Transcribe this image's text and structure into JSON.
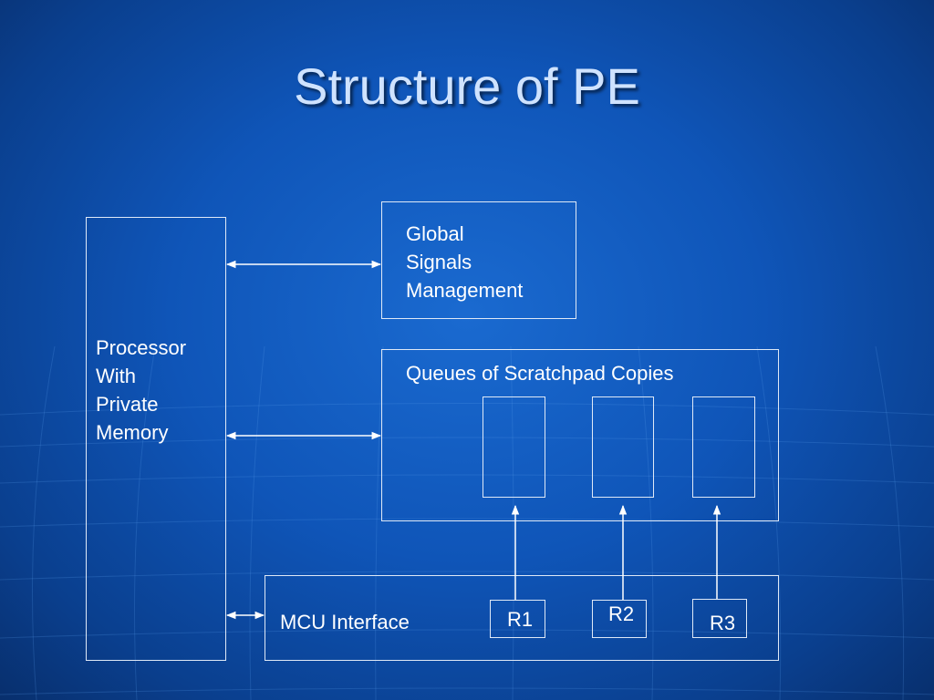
{
  "title": "Structure of PE",
  "diagram": {
    "processor_lines": [
      "Processor",
      "With",
      "Private",
      "Memory"
    ],
    "global_lines": [
      "Global",
      "Signals",
      "Management"
    ],
    "queues_label": "Queues of Scratchpad Copies",
    "mcu_label": "MCU Interface",
    "registers": [
      "R1",
      "R2",
      "R3"
    ]
  }
}
